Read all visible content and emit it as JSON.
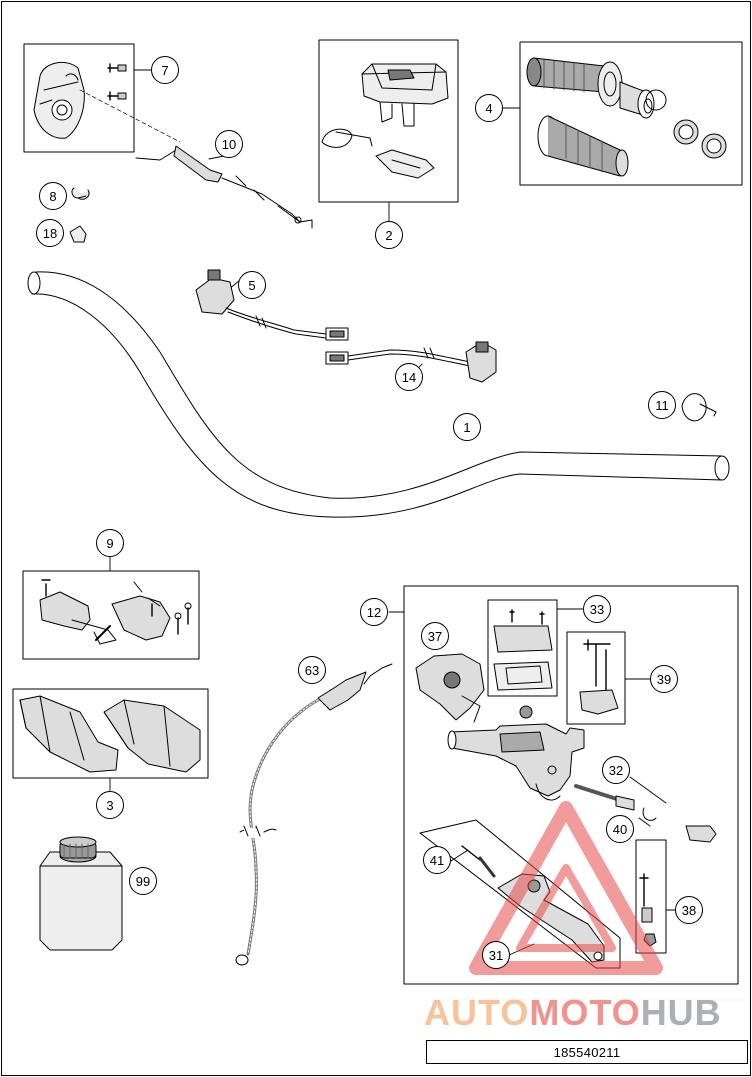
{
  "diagram": {
    "part_number": "185540211",
    "callouts": [
      {
        "id": "c1",
        "label": "1"
      },
      {
        "id": "c2",
        "label": "2"
      },
      {
        "id": "c3",
        "label": "3"
      },
      {
        "id": "c4",
        "label": "4"
      },
      {
        "id": "c5",
        "label": "5"
      },
      {
        "id": "c7",
        "label": "7"
      },
      {
        "id": "c8",
        "label": "8"
      },
      {
        "id": "c9",
        "label": "9"
      },
      {
        "id": "c10",
        "label": "10"
      },
      {
        "id": "c11",
        "label": "11"
      },
      {
        "id": "c12",
        "label": "12"
      },
      {
        "id": "c14",
        "label": "14"
      },
      {
        "id": "c18",
        "label": "18"
      },
      {
        "id": "c31",
        "label": "31"
      },
      {
        "id": "c32",
        "label": "32"
      },
      {
        "id": "c33",
        "label": "33"
      },
      {
        "id": "c37",
        "label": "37"
      },
      {
        "id": "c38",
        "label": "38"
      },
      {
        "id": "c39",
        "label": "39"
      },
      {
        "id": "c40",
        "label": "40"
      },
      {
        "id": "c41",
        "label": "41"
      },
      {
        "id": "c63",
        "label": "63"
      },
      {
        "id": "c99",
        "label": "99"
      }
    ]
  },
  "watermark": {
    "text_part1": "AUTO",
    "text_part2": "MOTO",
    "text_part3": "HUB",
    "colors": {
      "auto": "#f6c39a",
      "moto": "#f2928f",
      "hub": "#aab0b6",
      "triangle": "#e84a4a"
    }
  }
}
